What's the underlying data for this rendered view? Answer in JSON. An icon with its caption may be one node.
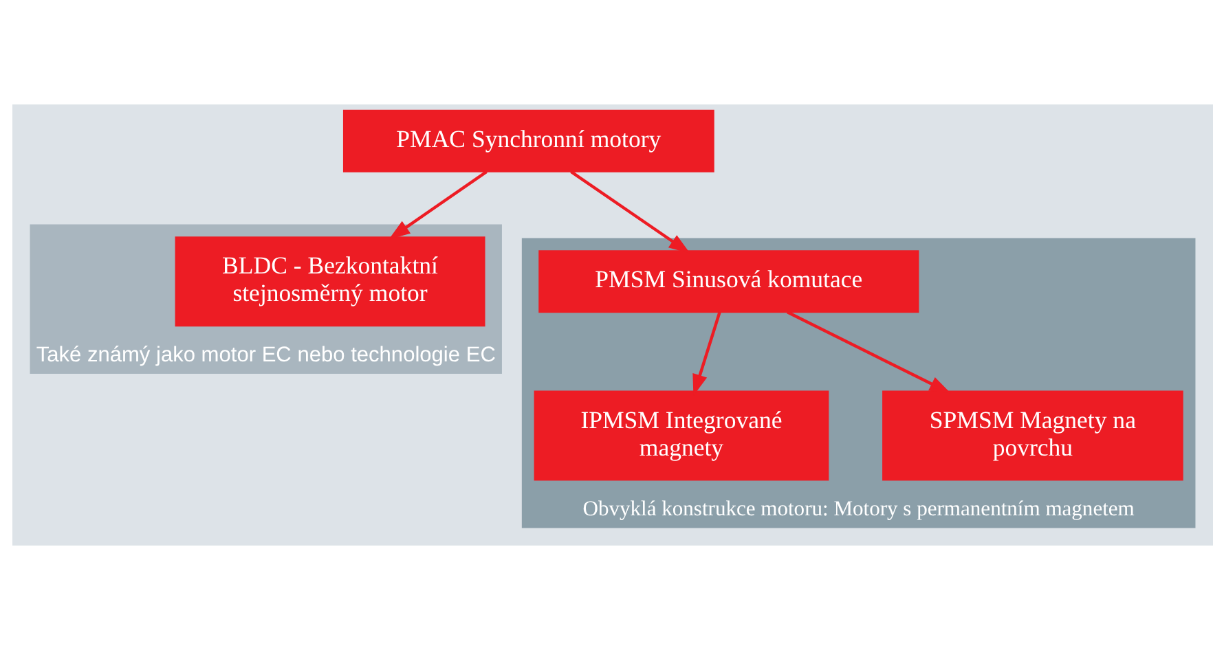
{
  "diagram": {
    "nodes": [
      {
        "text": [
          "PMAC Synchronní motory"
        ]
      },
      {
        "text": [
          "Také známý jako motor EC nebo technologie EC"
        ]
      },
      {
        "text": [
          "BLDC - Bezkontaktní stejnosměrný motor"
        ],
        "in": 1
      },
      {
        "text": [
          "Obvyklá konstrukce motoru: Motory s permanentním magnetem"
        ]
      },
      {
        "text": [
          "PMSM Sinusová komutace"
        ],
        "in": 3
      },
      {
        "text": [
          "IPMSM Integrované magnety"
        ],
        "in": 3
      },
      {
        "text": [
          "SPMSM Magnety na povrchu"
        ],
        "in": 3
      }
    ],
    "edges": [
      {
        "from": 0,
        "to": 2,
        "arrow": "to"
      },
      {
        "from": 0,
        "to": 4,
        "arrow": "to"
      },
      {
        "from": 4,
        "to": 5,
        "arrow": "to"
      },
      {
        "from": 4,
        "to": 6,
        "arrow": "to"
      }
    ]
  }
}
